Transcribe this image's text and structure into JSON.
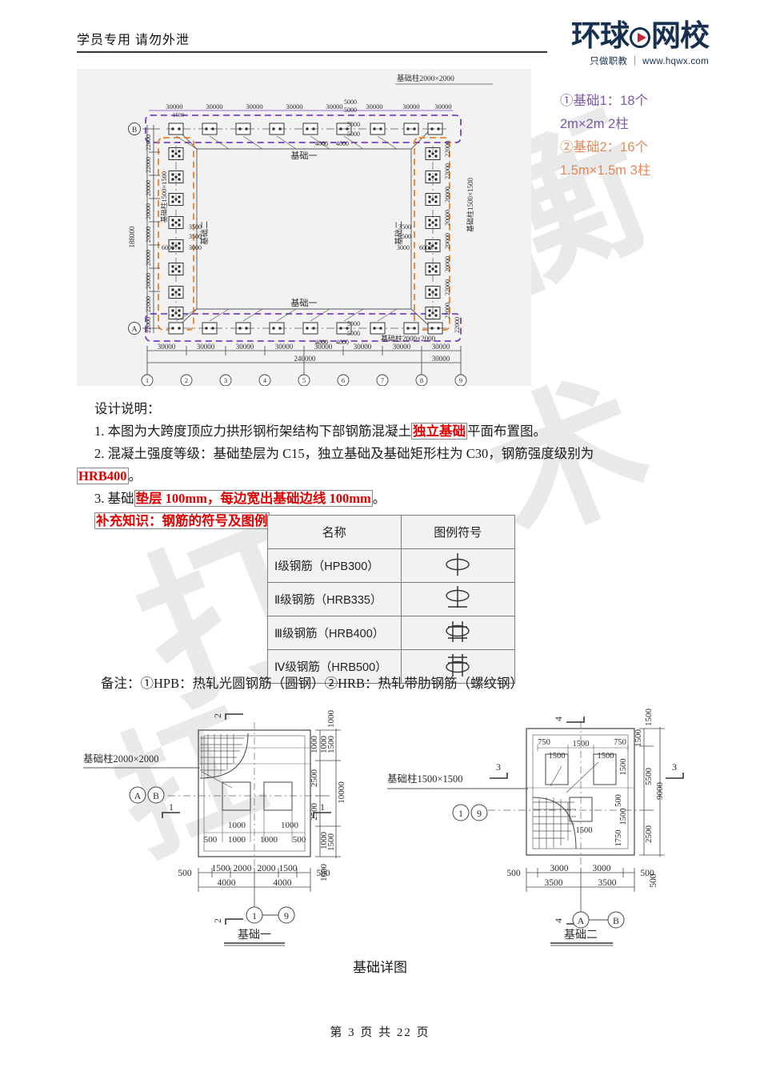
{
  "header": {
    "confidential_note": "学员专用 请勿外泄",
    "logo_text_left": "环球",
    "logo_text_right": "网校",
    "logo_tagline": "只做职教 ｜ www.hqwx.com",
    "logo_color": "#18304f",
    "logo_accent": "#cc2030"
  },
  "watermarks": [
    "衡",
    "打",
    "扛",
    "术"
  ],
  "annotations": {
    "color_1": "#7c5aa6",
    "color_2": "#e08a5a",
    "line1": "①基础1：18个",
    "line2": "2m×2m 2柱",
    "line3": "②基础2：16个",
    "line4": "1.5m×1.5m 3柱"
  },
  "design_notes": {
    "title": "设计说明：",
    "item1_pre": "1. 本图为大跨度顶应力拱形钢桁架结构下部钢筋混凝土",
    "item1_hl": "独立基础",
    "item1_post": "平面布置图。",
    "item2_a": "2. 混凝土强度等级：基础垫层为 C15，独立基础及基础矩形柱为 C30，钢筋强度级别为",
    "item2_hl": "HRB400",
    "item2_end": "。",
    "item3_pre": "3. 基础",
    "item3_hl": "垫层 100mm，每边宽出基础边线 100mm",
    "item3_post": "。",
    "supplement": "补充知识：钢筋的符号及图例"
  },
  "legend_table": {
    "headers": [
      "名称",
      "图例符号"
    ],
    "rows": [
      {
        "name": "Ⅰ级钢筋（HPB300）",
        "symbol": "hpb300-bar-icon"
      },
      {
        "name": "Ⅱ级钢筋（HRB335）",
        "symbol": "hrb335-bar-icon"
      },
      {
        "name": "Ⅲ级钢筋（HRB400）",
        "symbol": "hrb400-bar-icon"
      },
      {
        "name": "Ⅳ级钢筋（HRB500）",
        "symbol": "hrb500-bar-icon"
      }
    ],
    "footnote": "备注：①HPB：热轧光圆钢筋（圆钢）②HRB：热轧带肋钢筋（螺纹钢）"
  },
  "plan_drawing": {
    "label_col_2000": "基础柱2000×2000",
    "label_col_1500": "基础柱1500×1500",
    "label_found_1": "基础一",
    "label_found_2": "基础二",
    "grid_letters": [
      "A",
      "B"
    ],
    "grid_numbers": [
      "1",
      "2",
      "3",
      "4",
      "5",
      "6",
      "7",
      "8",
      "9"
    ],
    "bay_spacing": "30000",
    "total_length": "240000",
    "total_width": "188000",
    "vertical_spacings": [
      "22000",
      "22000",
      "20000",
      "20000",
      "20000",
      "20000",
      "20000",
      "22000",
      "22000"
    ],
    "dim_5000": "5000",
    "dim_4000": "4000",
    "dim_3500": "3500",
    "dim_6000": "6000",
    "dim_3000": "3000",
    "dim_1500": "1500",
    "highlight_purple": "#7c3fc4",
    "highlight_orange": "#e8822f"
  },
  "detail_left": {
    "title": "基础一",
    "column_label": "基础柱2000×2000",
    "grid_refs_left": [
      "A",
      "B"
    ],
    "grid_refs_bottom": [
      "1",
      "9"
    ],
    "section_marks": [
      "1",
      "2"
    ],
    "dims_bottom_inner": [
      "500",
      "1500",
      "2000",
      "2000",
      "1500",
      "500"
    ],
    "dims_bottom_outer": [
      "4000",
      "4000"
    ],
    "dims_inside": [
      "1000",
      "500",
      "1000",
      "1000",
      "500",
      "1000"
    ],
    "dims_right_inner": [
      "1000",
      "1000",
      "2500",
      "2500",
      "1000",
      "1000"
    ],
    "dims_right_outer": [
      "1000",
      "1500",
      "10000",
      "1500",
      "1000"
    ],
    "dim_mid": "10000"
  },
  "detail_right": {
    "title": "基础二",
    "column_label": "基础柱1500×1500",
    "grid_refs_left": [
      "1",
      "9"
    ],
    "grid_refs_bottom": [
      "A",
      "B"
    ],
    "section_marks": [
      "3",
      "4"
    ],
    "dims_top": [
      "750",
      "1500",
      "750"
    ],
    "dims_inner": [
      "1500",
      "1500",
      "1500",
      "1500"
    ],
    "dims_right": [
      "1500",
      "5500",
      "2500",
      "500",
      "1750"
    ],
    "dim_total_right": "9000",
    "dims_bottom_inner": [
      "500",
      "3000",
      "3000",
      "500"
    ],
    "dims_bottom_outer": [
      "3500",
      "3500"
    ],
    "dim_500": "500"
  },
  "figure_caption": "基础详图",
  "footer": {
    "page_text": "第 3 页 共 22 页"
  }
}
